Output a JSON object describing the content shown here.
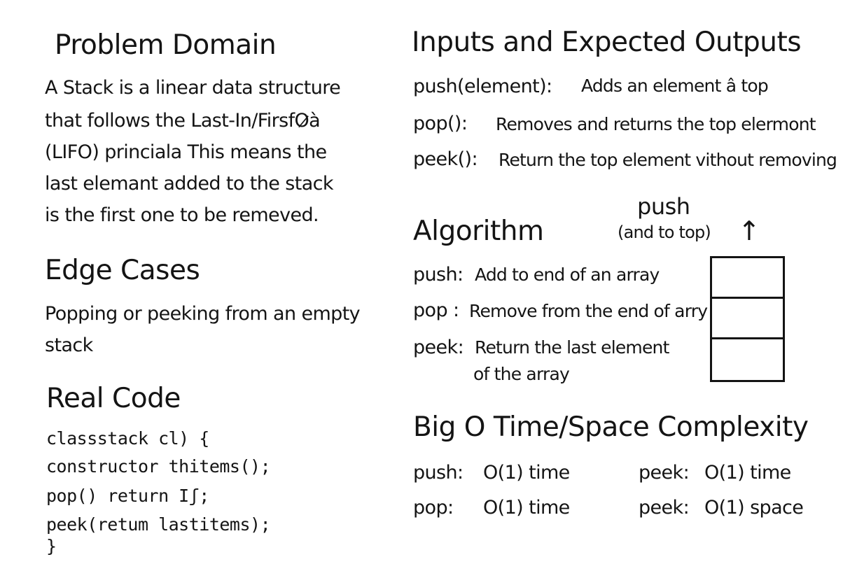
{
  "problem_domain": {
    "heading": "Problem Domain",
    "lines": [
      "A Stack is a linear data structure",
      "that follows the Last-In/FirsfO̷à",
      "(LIFO) princiala This means the",
      "last elemant added to the stack",
      "is the first one to be remeved."
    ]
  },
  "edge_cases": {
    "heading": "Edge Cases",
    "lines": [
      "Popping or peeking from an empty",
      "stack"
    ]
  },
  "real_code": {
    "heading": "Real Code",
    "lines": [
      "classstack cl) {",
      "  constructor thitems();",
      "  pop() return Iʃ;",
      "  peek(retum lastitems);",
      "}"
    ]
  },
  "inputs_outputs": {
    "heading": "Inputs and Expected Outputs",
    "items": [
      {
        "name": "push(element):",
        "desc": "Adds an element â top"
      },
      {
        "name": "pop():",
        "desc": "Removes and returns the top elermont"
      },
      {
        "name": "peek():",
        "desc": "Return the top element vithout removing"
      }
    ]
  },
  "algorithm": {
    "heading": "Algorithm",
    "items": [
      {
        "name": "push:",
        "desc": "Add to end of an array"
      },
      {
        "name": "pop :",
        "desc": "Remove from the end of arry"
      },
      {
        "name": "peek:",
        "desc": "Return the last element"
      }
    ],
    "peek_continued": "of the array",
    "diagram": {
      "label": "push",
      "sublabel": "(and to top)",
      "arrow": "↑",
      "cell_count": 3
    }
  },
  "complexity": {
    "heading": "Big O Time/Space Complexity",
    "rows": [
      {
        "left_name": "push:",
        "left_value": "O(1) time",
        "right_name": "peek:",
        "right_value": "O(1) time"
      },
      {
        "left_name": "pop:",
        "left_value": "O(1) time",
        "right_name": "peek:",
        "right_value": "O(1) space"
      }
    ]
  }
}
